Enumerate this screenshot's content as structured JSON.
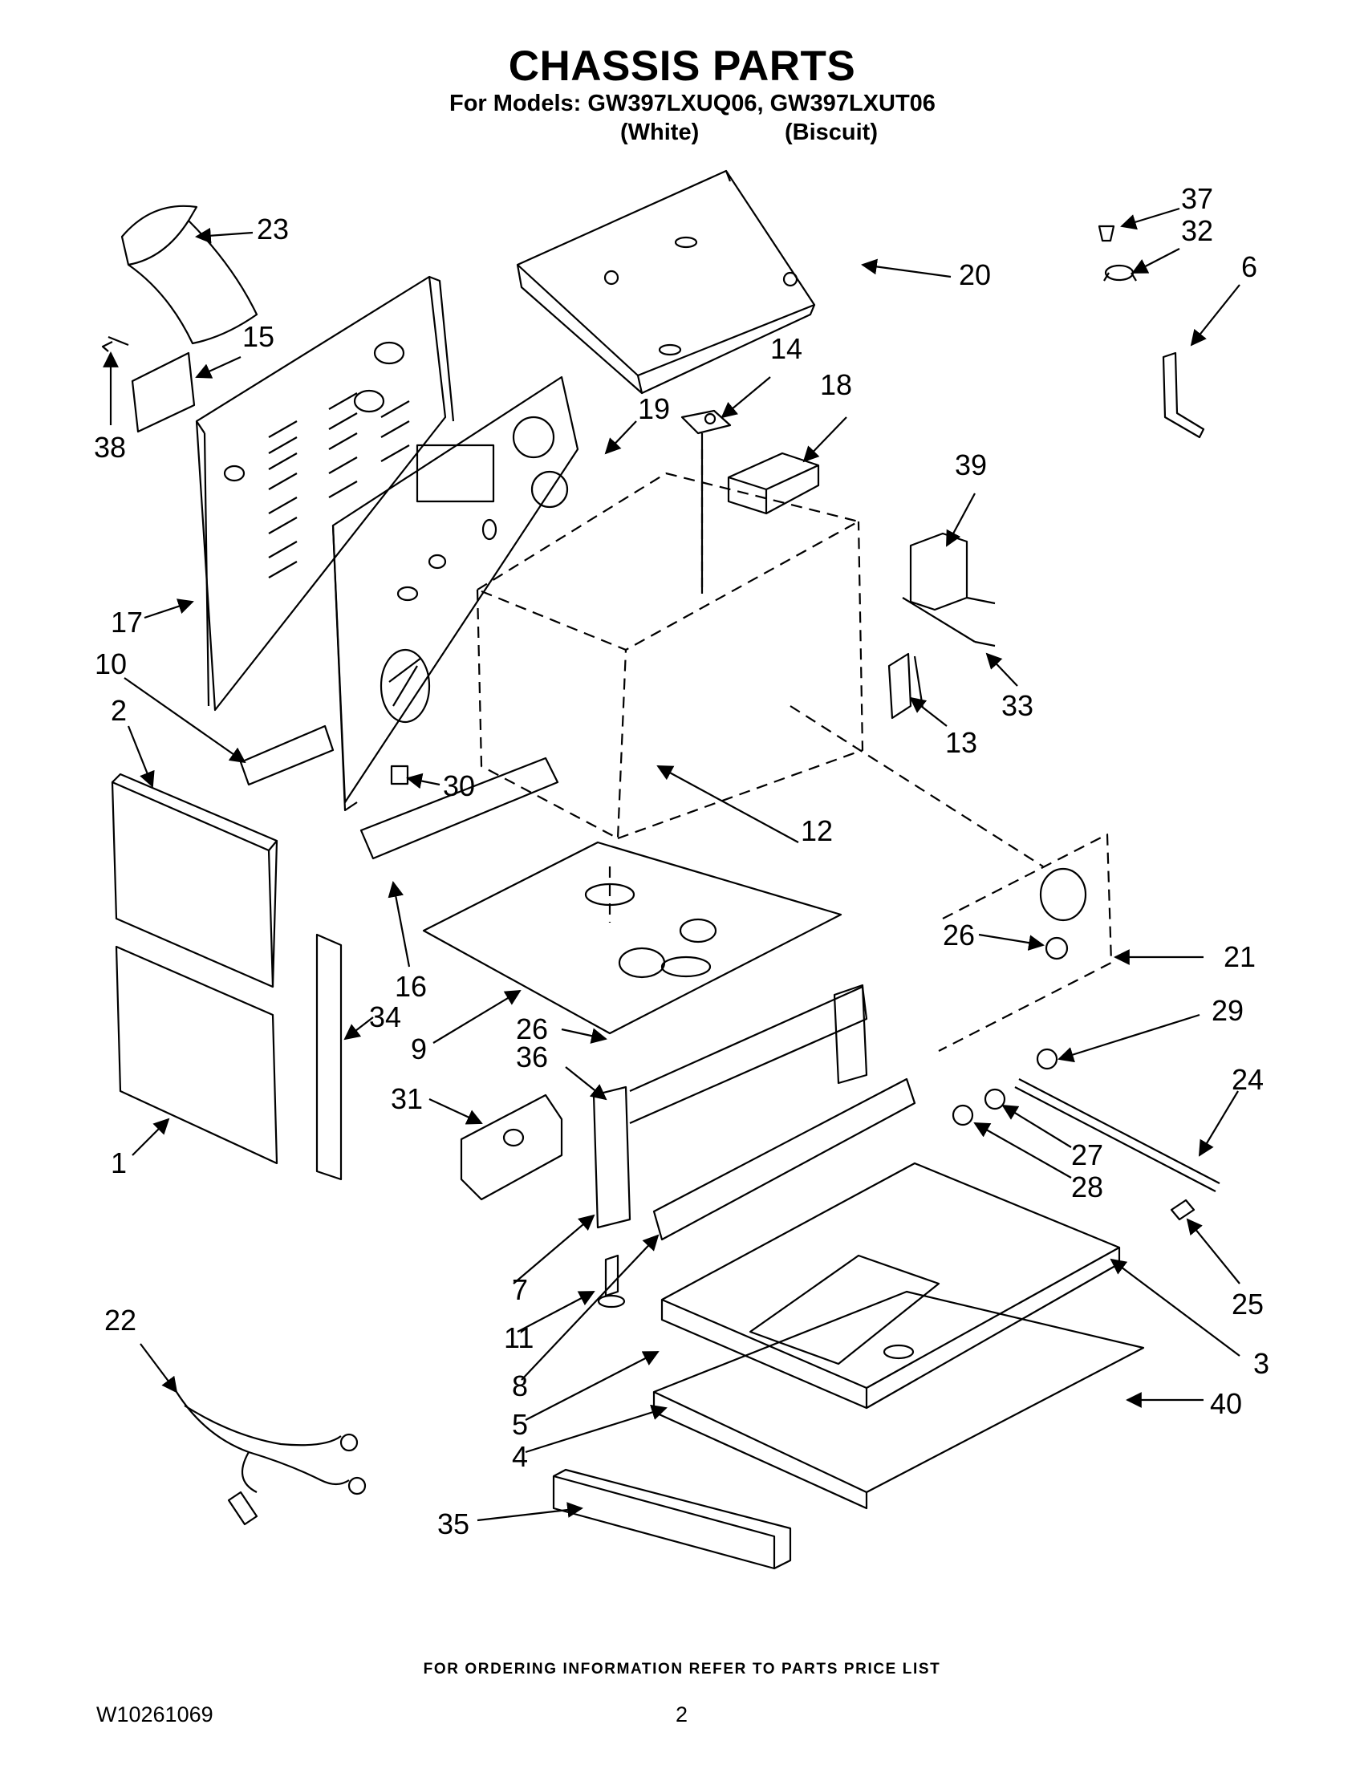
{
  "header": {
    "title": "CHASSIS PARTS",
    "models_line": "For Models: GW397LXUQ06, GW397LXUT06",
    "variants": [
      "(White)",
      "(Biscuit)"
    ]
  },
  "callouts": [
    "1",
    "2",
    "3",
    "4",
    "5",
    "6",
    "7",
    "8",
    "9",
    "10",
    "11",
    "12",
    "13",
    "14",
    "15",
    "16",
    "17",
    "18",
    "19",
    "20",
    "21",
    "22",
    "23",
    "24",
    "25",
    "26",
    "26",
    "27",
    "28",
    "29",
    "30",
    "31",
    "32",
    "33",
    "34",
    "35",
    "36",
    "37",
    "38",
    "39",
    "40"
  ],
  "footer": {
    "note": "FOR ORDERING INFORMATION REFER TO PARTS PRICE LIST",
    "doc_number": "W10261069",
    "page": "2"
  }
}
